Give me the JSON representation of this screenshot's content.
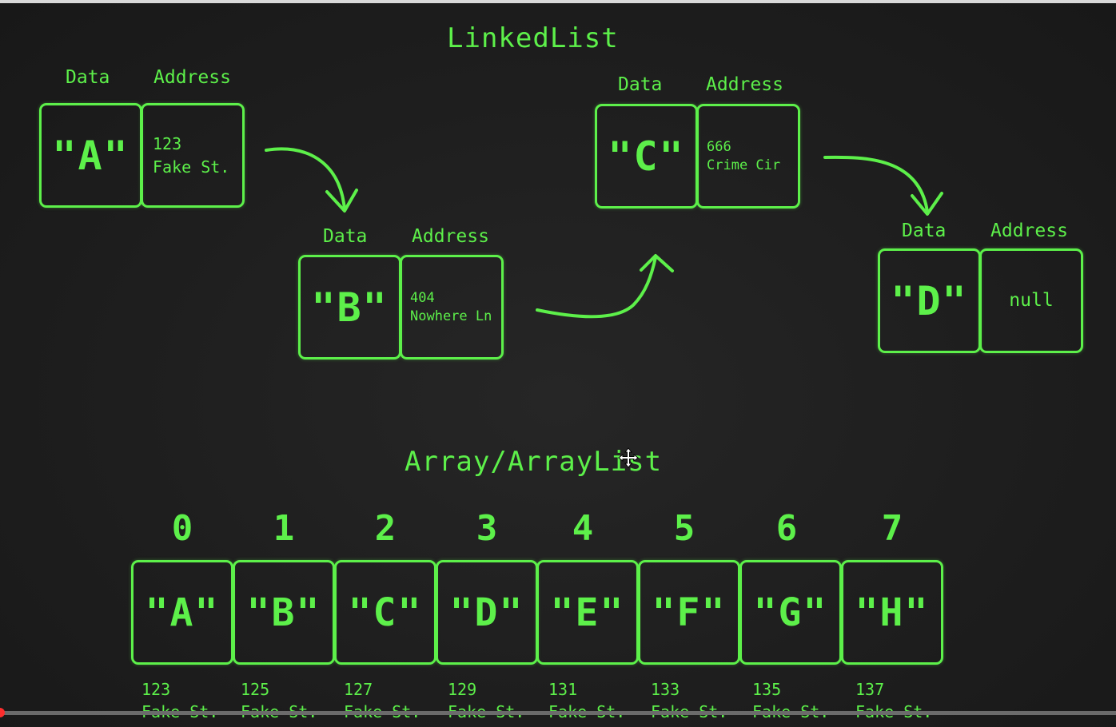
{
  "linked_list": {
    "title": "LinkedList",
    "nodes": [
      {
        "data_header": "Data",
        "address_header": "Address",
        "value": "\"A\"",
        "address_line1": "123",
        "address_line2": "Fake St."
      },
      {
        "data_header": "Data",
        "address_header": "Address",
        "value": "\"B\"",
        "address_line1": "404",
        "address_line2": "Nowhere Ln"
      },
      {
        "data_header": "Data",
        "address_header": "Address",
        "value": "\"C\"",
        "address_line1": "666",
        "address_line2": "Crime Cir"
      },
      {
        "data_header": "Data",
        "address_header": "Address",
        "value": "\"D\"",
        "address_line1": "null",
        "address_line2": ""
      }
    ]
  },
  "array_list": {
    "title": "Array/ArrayList",
    "cells": [
      {
        "index": "0",
        "value": "\"A\"",
        "address_line1": "123",
        "address_line2": "Fake St."
      },
      {
        "index": "1",
        "value": "\"B\"",
        "address_line1": "125",
        "address_line2": "Fake St."
      },
      {
        "index": "2",
        "value": "\"C\"",
        "address_line1": "127",
        "address_line2": "Fake St."
      },
      {
        "index": "3",
        "value": "\"D\"",
        "address_line1": "129",
        "address_line2": "Fake St."
      },
      {
        "index": "4",
        "value": "\"E\"",
        "address_line1": "131",
        "address_line2": "Fake St."
      },
      {
        "index": "5",
        "value": "\"F\"",
        "address_line1": "133",
        "address_line2": "Fake St."
      },
      {
        "index": "6",
        "value": "\"G\"",
        "address_line1": "135",
        "address_line2": "Fake St."
      },
      {
        "index": "7",
        "value": "\"H\"",
        "address_line1": "137",
        "address_line2": "Fake St."
      }
    ]
  },
  "colors": {
    "accent": "#5df04a",
    "background": "#1e1e1e"
  },
  "icons": {
    "cursor": "move-cursor-icon",
    "scrubber": "progress-handle-icon"
  }
}
